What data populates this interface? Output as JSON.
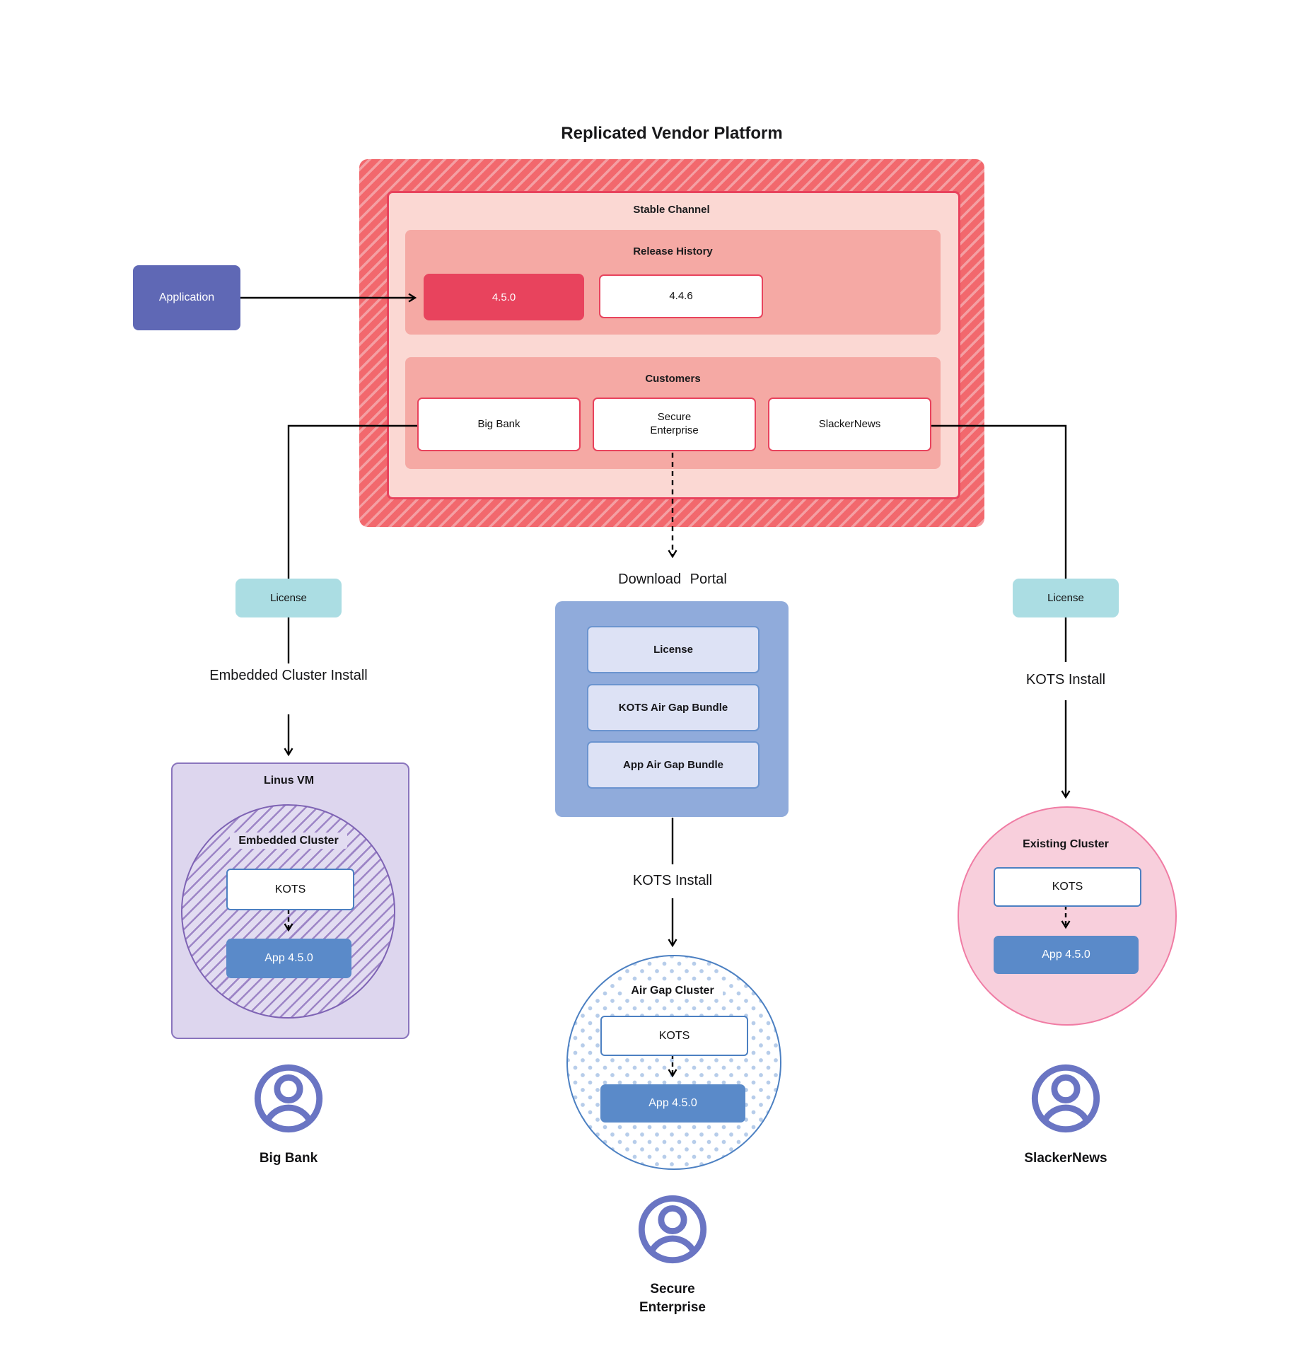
{
  "title": "Replicated Vendor Platform",
  "colors": {
    "platform_red_accent": "#e8435d",
    "platform_hatch_red": "#f2686d",
    "platform_hatch_stripe": "#f49fa3",
    "stable_channel_bg": "#fbd8d3",
    "panel_salmon": "#f5a9a4",
    "application_purple": "#5f68b5",
    "license_teal": "#abdde3",
    "portal_blue": "#90abdb",
    "portal_item_bg": "#dde2f5",
    "app_box_blue": "#5a8ac9",
    "kots_border_blue": "#4c80c2",
    "vm_purple_bg": "#ddd6ee",
    "vm_purple_border": "#8a75bd",
    "embedded_hatch_purple": "#9d85c6",
    "existing_pink_bg": "#f8cfdc",
    "existing_pink_border": "#f07ca4",
    "airgap_dot_blue": "#b7cdea",
    "user_icon_purple": "#6a75c3",
    "connector_black": "#000000"
  },
  "platform": {
    "stable_channel_label": "Stable Channel",
    "release_history_label": "Release History",
    "releases": [
      {
        "version": "4.5.0",
        "highlight": true
      },
      {
        "version": "4.4.6",
        "highlight": false
      }
    ],
    "customers_label": "Customers",
    "customers": [
      {
        "name": "Big Bank"
      },
      {
        "name": "Secure Enterprise"
      },
      {
        "name": "SlackerNews"
      }
    ]
  },
  "application_label": "Application",
  "left_flow": {
    "license_label": "License",
    "install_label": "Embedded Cluster Install",
    "vm_label": "Linus VM",
    "cluster_label": "Embedded Cluster",
    "kots_label": "KOTS",
    "app_label": "App 4.5.0",
    "user_label": "Big Bank"
  },
  "middle_flow": {
    "portal_label": "Download Portal",
    "portal_items": [
      {
        "label": "License"
      },
      {
        "label": "KOTS Air Gap Bundle"
      },
      {
        "label": "App Air Gap Bundle"
      }
    ],
    "install_label": "KOTS Install",
    "cluster_label": "Air Gap Cluster",
    "kots_label": "KOTS",
    "app_label": "App 4.5.0",
    "user_label": "Secure Enterprise"
  },
  "right_flow": {
    "license_label": "License",
    "install_label": "KOTS Install",
    "cluster_label": "Existing Cluster",
    "kots_label": "KOTS",
    "app_label": "App 4.5.0",
    "user_label": "SlackerNews"
  }
}
